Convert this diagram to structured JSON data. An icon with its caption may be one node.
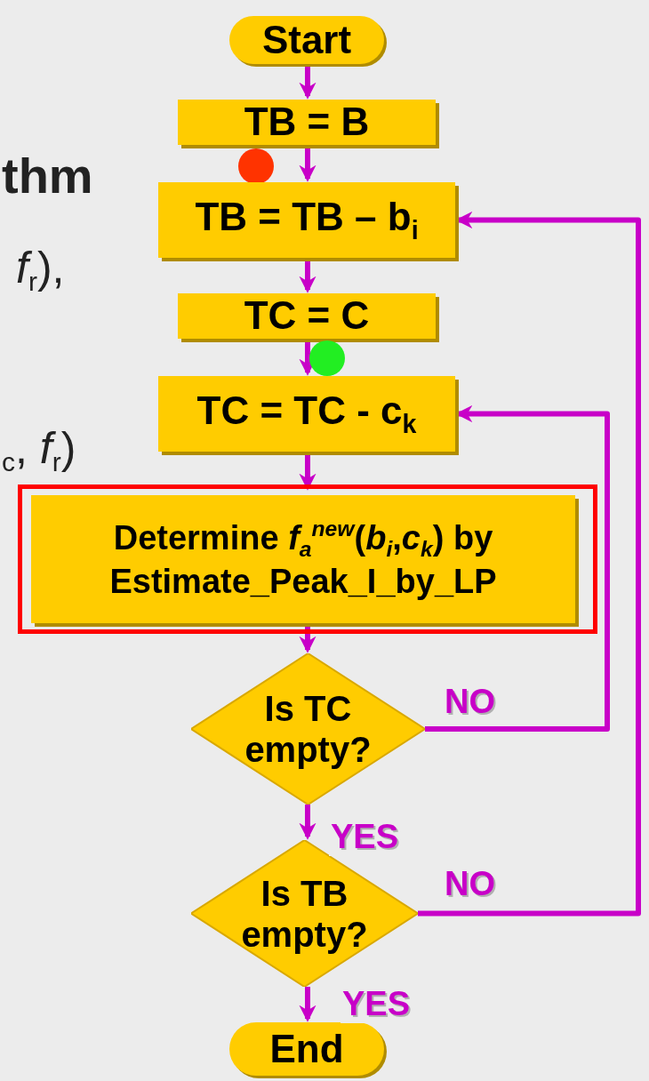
{
  "diagram": {
    "nodes": [
      {
        "text": [
          "Start"
        ]
      },
      {
        "text": [
          "TB = B"
        ]
      },
      {
        "text": [],
        "shape": "circle"
      },
      {
        "text": [
          "TB = TB – b$_{i}$"
        ]
      },
      {
        "text": [
          "TC = C"
        ]
      },
      {
        "text": [],
        "shape": "circle"
      },
      {
        "text": [
          "TC = TC - c$_{k}$"
        ]
      },
      {
        "text": [],
        "shape": "box"
      },
      {
        "text": [
          "Determine *f*$_{a}$$^{new}$(*b*$_{i}$,*c*$_{k}$) by Estimate_Peak_I_by_LP"
        ],
        "in": 7
      },
      {
        "text": [
          "Is TC empty?"
        ]
      },
      {
        "text": [
          "Is TB empty?"
        ]
      },
      {
        "text": [
          "End"
        ]
      }
    ],
    "edges": [
      {
        "from": 0,
        "to": 1,
        "arrow": "to"
      },
      {
        "from": 1,
        "to": 3,
        "arrow": "to"
      },
      {
        "from": 3,
        "to": 4,
        "arrow": "to"
      },
      {
        "from": 4,
        "to": 6,
        "arrow": "to"
      },
      {
        "from": 6,
        "to": 8,
        "arrow": "to"
      },
      {
        "from": 8,
        "to": 9,
        "arrow": "to"
      },
      {
        "from": 9,
        "to": 10,
        "arrow": "to",
        "label": "YES"
      },
      {
        "from": 9,
        "to": 6,
        "arrow": "to",
        "label": "NO"
      },
      {
        "from": 10,
        "to": 3,
        "arrow": "to",
        "label": "NO"
      },
      {
        "from": 10,
        "to": 11,
        "arrow": "to",
        "label": "YES"
      }
    ],
    "labels": [
      "thm",
      "*f*$_{r}$),",
      "$_{c}$, *f*$_{r}$)"
    ]
  }
}
